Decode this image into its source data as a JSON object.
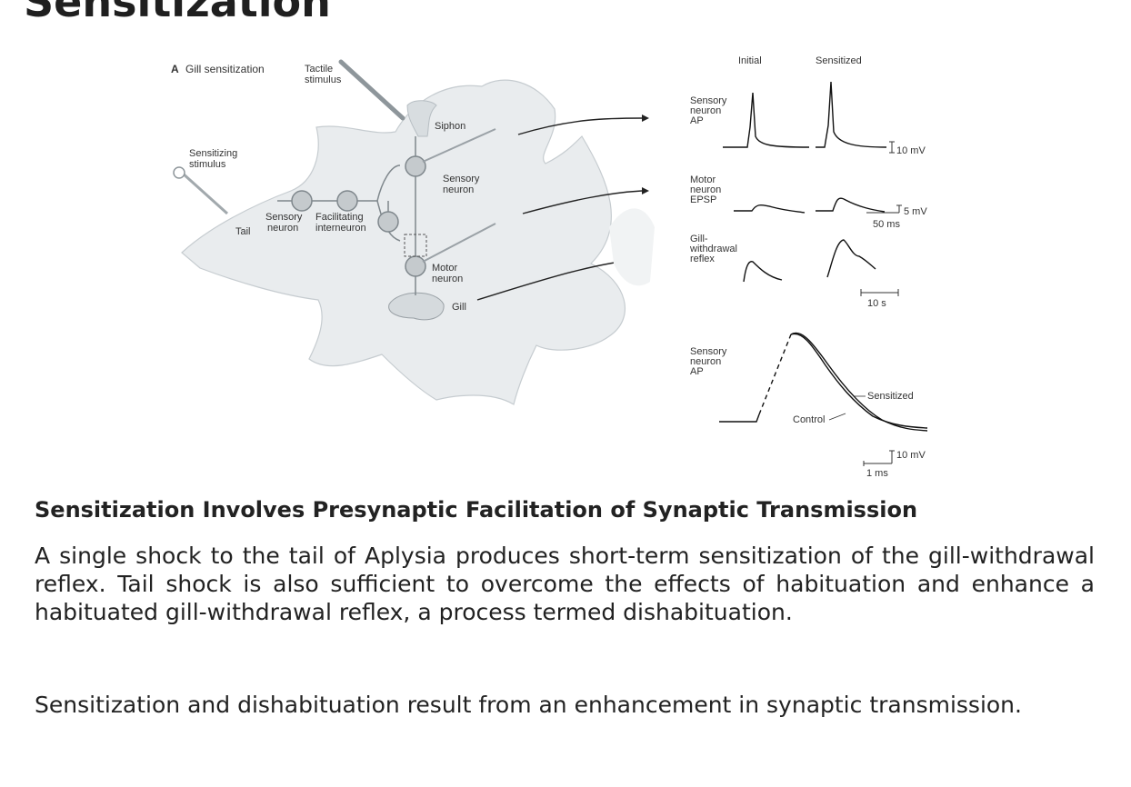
{
  "slide": {
    "title": "Sensitization",
    "heading": "Sensitization Involves Presynaptic Facilitation of Synaptic Transmission",
    "paragraphs": [
      "A single shock to the tail of Aplysia  produces short-term sensitization of the gill-withdrawal reflex. Tail shock is also sufficient to overcome the effects of habituation and enhance a habituated gill-withdrawal reflex, a process termed dishabituation.",
      "Sensitization and dishabituation result from an enhancement in synaptic transmission."
    ]
  },
  "figure": {
    "panel_label": "A",
    "panel_title": "Gill sensitization",
    "labels": {
      "tactile_stimulus": [
        "Tactile",
        "stimulus"
      ],
      "siphon": "Siphon",
      "sensitizing_stimulus": [
        "Sensitizing",
        "stimulus"
      ],
      "tail": "Tail",
      "tail_sensory_neuron": [
        "Sensory",
        "neuron"
      ],
      "facilitating_interneuron": [
        "Facilitating",
        "interneuron"
      ],
      "sensory_neuron": [
        "Sensory",
        "neuron"
      ],
      "motor_neuron": [
        "Motor",
        "neuron"
      ],
      "gill": "Gill"
    },
    "traces": {
      "col_initial": "Initial",
      "col_sensitized": "Sensitized",
      "row_sensory_ap": [
        "Sensory",
        "neuron",
        "AP"
      ],
      "row_motor_epsp": [
        "Motor",
        "neuron",
        "EPSP"
      ],
      "row_gill_reflex": [
        "Gill-",
        "withdrawal",
        "reflex"
      ],
      "scale_10mv": "10 mV",
      "scale_5mv": "5 mV",
      "scale_50ms": "50 ms",
      "scale_10s": "10 s"
    },
    "lower_plot": {
      "row_label": [
        "Sensory",
        "neuron",
        "AP"
      ],
      "sensitized": "Sensitized",
      "control": "Control",
      "scale_10mv": "10 mV",
      "scale_1ms": "1 ms"
    }
  }
}
